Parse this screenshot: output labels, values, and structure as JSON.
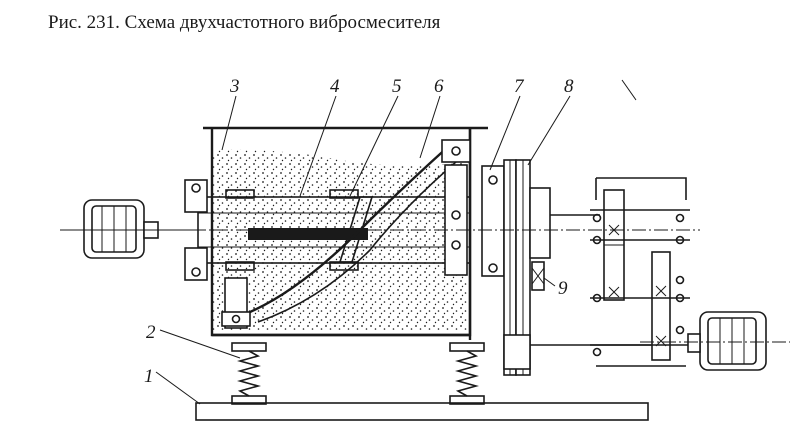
{
  "caption": "Рис. 231. Схема двухчастотного вибросмесителя",
  "labels": [
    "1",
    "2",
    "3",
    "4",
    "5",
    "6",
    "7",
    "8",
    "9"
  ],
  "colors": {
    "ink": "#1a1a1a",
    "paper": "#ffffff"
  }
}
